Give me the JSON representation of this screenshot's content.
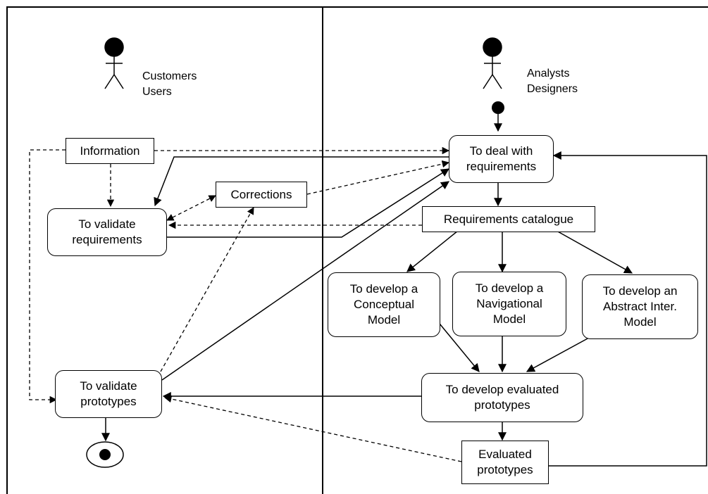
{
  "lanes": {
    "left_actor": "Customers\nUsers",
    "right_actor": "Analysts\nDesigners"
  },
  "activities": {
    "deal_requirements": "To deal with\nrequirements",
    "validate_requirements": "To validate\nrequirements",
    "validate_prototypes": "To validate\nprototypes",
    "conceptual_model": "To develop a\nConceptual\nModel",
    "navigational_model": "To develop a\nNavigational\nModel",
    "abstract_model": "To develop an\nAbstract Inter.\nModel",
    "evaluated_prototypes_dev": "To develop evaluated\nprototypes"
  },
  "objects": {
    "information": "Information",
    "corrections": "Corrections",
    "requirements_catalogue": "Requirements catalogue",
    "evaluated_prototypes": "Evaluated\nprototypes"
  }
}
